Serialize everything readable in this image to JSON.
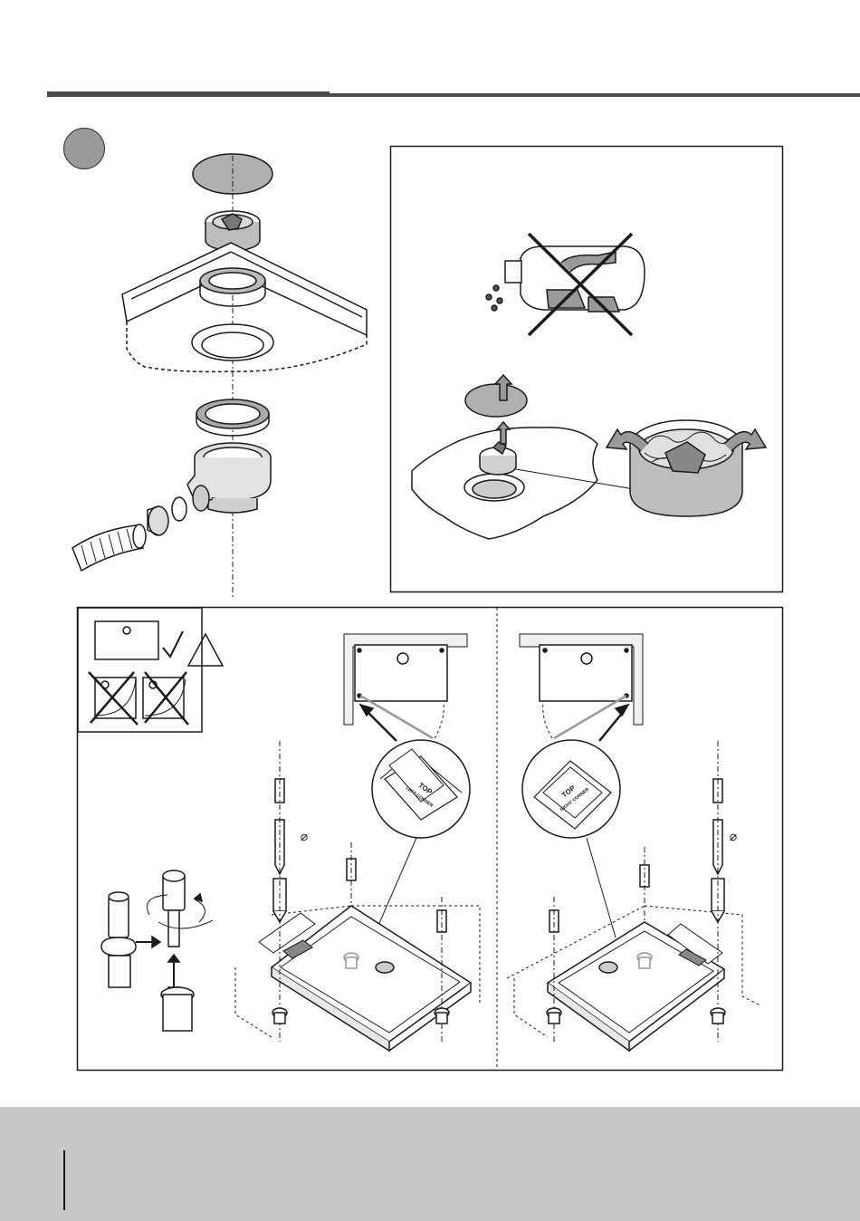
{
  "labels": {
    "left_corner_top": "TOP",
    "left_corner_sub": "LEFT CORNER",
    "right_corner_top": "TOP",
    "right_corner_sub": "RIGHT CORNER",
    "diameter_symbol": "⌀"
  },
  "colors": {
    "line": "#1a1a1a",
    "fill_gray": "#a8a8a8",
    "fill_light": "#e6e6e6",
    "footer": "#c8c8c8"
  }
}
